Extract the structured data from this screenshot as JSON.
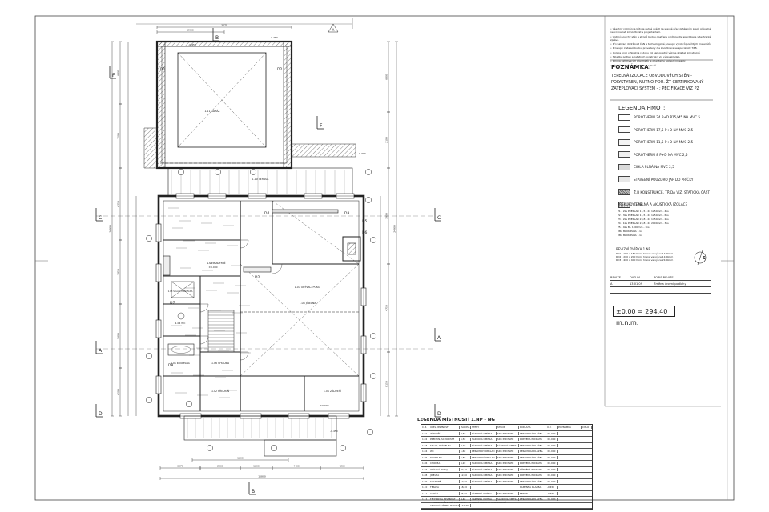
{
  "notes": [
    "• Všechny rozměry a kóty je nutné ověřit na stavbě před zahájením prací; případné nesrovnalosti konzultovat s projektantem.",
    "• Vnitřní povrchy stěn a stropů budou opatřeny omítkou dle specifikace v technické zprávě.",
    "• Při realizaci dodržovat ČSN a technologické postupy výrobců použitých materiálů.",
    "• Prostupy instalací budou provedeny dle koordinace se specialisty TZB.",
    "• Izolace proti vlhkosti a radonu viz samostatný výkres skladeb konstrukcí.",
    "• Skladby podlah a ostatních konstrukcí viz výpis skladeb.",
    "• Poloha zařizovacích předmětů je orientační, upřesní investor.",
    "• Výplně otvorů viz výpis oken a dveří."
  ],
  "poznamka": {
    "title": "POZNÁMKA:",
    "lines": [
      "TEPELNÁ IZOLACE OBVODOVÝCH STĚN -",
      "POLYSTYREN, NUTNO POU. ŽT CERTIFIKOVANÝ",
      "ZATEPLOVACÍ SYSTÉM - ; PECIFIKACE VIZ PZ"
    ]
  },
  "legend": {
    "title": "LEGENDA HMOT:",
    "items": [
      {
        "label": "POROTHERM 24 P+D P15/M5 NA MVC 5",
        "color": "#ffffff"
      },
      {
        "label": "POROTHERM 17,5 P+D NA MVC 2,5",
        "color": "#fafafa"
      },
      {
        "label": "POROTHERM 11,5 P+D NA MVC 2,5",
        "color": "#f4f4f4"
      },
      {
        "label": "POROTHERM 8 P+D NA MVC 2,5",
        "color": "#efefef"
      },
      {
        "label": "CIHLA PLNÁ NA MVC 2,5",
        "color": "#d9d9d9"
      },
      {
        "label": "STAVEBNÍ POUZDRO JAP DO PŘÍČKY",
        "color": "#e8e8e8"
      },
      {
        "label": "Ž.B KONSTRUKCE, TŘÍDA VIZ. STATICKÁ ČÁST",
        "color": "#bfbfbf"
      },
      {
        "label": "TEPELNÁ A AKUSTICKÁ IZOLACE",
        "color": "#ebebeb"
      }
    ]
  },
  "preklady": {
    "title": "PŘEKLADY 1.NP",
    "lines": [
      "P1 - 2ks PŘEKLAD 11,5 - 2x 1250mm - 4ks",
      "P2 - 3ks PŘEKLAD 11,5 - 2x 1250mm - 6ks",
      "P3 - 2ks PŘEKLAD 23,8 - 2x 1750mm - 2ks",
      "P4 - 1ks PŘEKLAD 23,8 - 2x 2000mm - 3ks",
      "P5 - 4ks   B - 1000mm     - 1ks",
      "VB2 BLOK    PLNÁ   1 ks",
      "VB2 BLOK    PLNÁ   1 ks"
    ]
  },
  "revize": {
    "title": "REVIZNÍ DVÍŘKA 1.NP",
    "lines": [
      "RD1 - 150 x 150 horní hrana ve výšce 1100mm",
      "RD2 - 200 x 200 horní hrana ve výšce 1100mm",
      "RD3 - 400 x 400 horní hrana ve výšce 2100mm"
    ]
  },
  "revision_table": {
    "headers": [
      "REVIZE",
      "DATUM",
      "POPIS REVIZE"
    ],
    "row": [
      "A",
      "13.01.09",
      "Změna úrovní podlahy"
    ]
  },
  "elevation": "±0.00 = 294.40 m.n.m.",
  "rooms_table": {
    "title": "LEGENDA MÍSTNOSTÍ 1.NP - NG",
    "headers": [
      "Č.M.",
      "ÚČEL MÍSTNOSTI",
      "PLOCHA",
      "STĚNY",
      "STROP",
      "PODLAHA",
      "Ú.V.",
      "POZNÁMKA",
      "ČÍSLO"
    ],
    "rows": [
      [
        "1.01",
        "ZÁDVEŘÍ",
        "4,50",
        "SÁDROVÁ OMÍTKA",
        "SDK PODHLED",
        "KERAMICKÁ DLAŽBA",
        "±0,000",
        "",
        ""
      ],
      [
        "1.02",
        "PŘEDSÍŇ, SCHODIŠTĚ",
        "5,50",
        "SÁDROVÁ OMÍTKA",
        "SDK PODHLED",
        "DŘEVĚNÁ PODLAHA",
        "±0,000",
        "",
        ""
      ],
      [
        "1.03",
        "SKLAD, PRÁDELNA",
        "3,20",
        "SÁDROVÁ OMÍTKA",
        "SÁDROVÁ OMÍTKA",
        "KERAMICKÁ DLAŽBA",
        "±0,000",
        "",
        ""
      ],
      [
        "1.04",
        "WC",
        "1,60",
        "KERAMICKÝ OBKLAD",
        "SDK PODHLED",
        "KERAMICKÁ DLAŽBA",
        "±0,000",
        "",
        ""
      ],
      [
        "1.05",
        "KOUPELNA",
        "5,80",
        "KERAMICKÝ OBKLAD",
        "SDK PODHLED",
        "KERAMICKÁ DLAŽBA",
        "±0,000",
        "",
        ""
      ],
      [
        "1.06",
        "CHODBA",
        "6,20",
        "SÁDROVÁ OMÍTKA",
        "SDK PODHLED",
        "DŘEVĚNÁ PODLAHA",
        "±0,000",
        "",
        ""
      ],
      [
        "1.07",
        "OBÝVACÍ POKOJ",
        "32,40",
        "SÁDROVÁ OMÍTKA",
        "SDK PODHLED",
        "DŘEVĚNÁ PODLAHA",
        "±0,000",
        "",
        ""
      ],
      [
        "1.08",
        "JÍDELNA",
        "12,60",
        "SÁDROVÁ OMÍTKA",
        "SDK PODHLED",
        "DŘEVĚNÁ PODLAHA",
        "±0,000",
        "",
        ""
      ],
      [
        "1.09",
        "KUCHYNĚ",
        "10,80",
        "SÁDROVÁ OMÍTKA",
        "SDK PODHLED",
        "KERAMICKÁ DLAŽBA",
        "±0,000",
        "",
        ""
      ],
      [
        "1.10",
        "TERASA",
        "18,20",
        "",
        "",
        "KAMENNÁ DLAŽBA",
        "-0,450",
        "",
        ""
      ],
      [
        "1.11",
        "GARÁŽ",
        "36,50",
        "VÁPENNÁ OMÍTKA",
        "SDK PODHLED",
        "BETON",
        "-0,450",
        "",
        ""
      ],
      [
        "1.12",
        "TECHNICKÁ MÍSTNOST",
        "4,40",
        "VÁPENNÁ OMÍTKA",
        "SÁDROVÁ OMÍTKA",
        "KERAMICKÁ DLAŽBA",
        "±0,000",
        "",
        ""
      ],
      [
        "",
        "CELKOVÁ UŽITNÁ PLOCHA",
        "141,70",
        "",
        "",
        "",
        "",
        "",
        ""
      ]
    ],
    "footer": "POZN.: DŘEVĚNÁ PODLAHA - VETKANÝ PARKETY A PLOVOUCÍ"
  },
  "section_marks": [
    "A",
    "A",
    "C",
    "C",
    "D",
    "D",
    "F",
    "F",
    "B",
    "B"
  ],
  "levels": [
    "±0.000",
    "-0.450",
    "-0.450",
    "-0.450",
    "-0.300",
    "-0.450"
  ],
  "room_labels": [
    "1.11 GARÁŽ",
    "1.10 TERASA",
    "1.07 OBÝVACÍ POKOJ",
    "1.08 JÍDELNA",
    "1.09 KUCHYNĚ",
    "1.06 CHODBA",
    "1.05 KOUPELNA",
    "1.04 WC",
    "1.03 SKLAD, PRÁDELNA",
    "1.02 PŘEDSÍŇ",
    "1.01 ZÁDVEŘÍ"
  ],
  "door_tags": [
    "D1",
    "D2",
    "D3",
    "D4",
    "D5",
    "D6",
    "D7",
    "D8"
  ],
  "dims": {
    "total_w": "15800",
    "total_h": "24900",
    "seg_bottom": [
      "3070",
      "2900",
      "1200",
      "4400",
      "4230"
    ],
    "seg_left": [
      "6000",
      "1500",
      "4250",
      "3050",
      "5600",
      "4500"
    ],
    "seg_right": [
      "6000",
      "2100",
      "3900",
      "4750",
      "8150"
    ]
  },
  "rev_letter": "A",
  "north_label": "S"
}
